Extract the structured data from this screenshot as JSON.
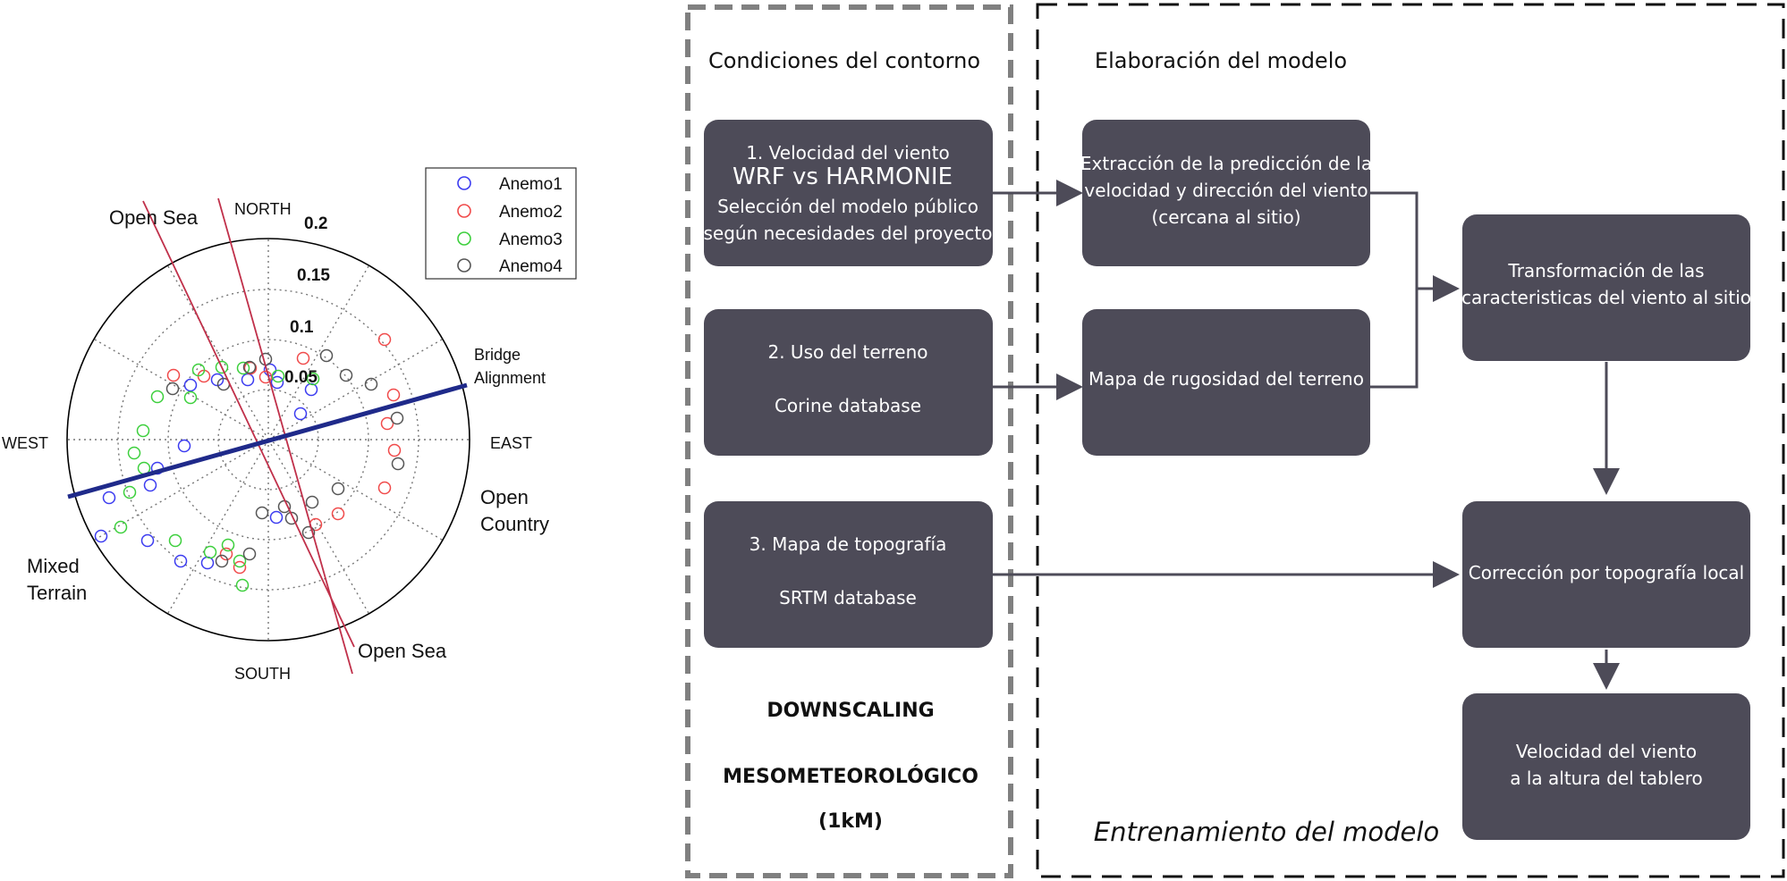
{
  "polar_plot": {
    "directions": {
      "north": "NORTH",
      "south": "SOUTH",
      "east": "EAST",
      "west": "WEST"
    },
    "ring_labels": [
      "0.05",
      "0.1",
      "0.15",
      "0.2"
    ],
    "annotations": {
      "open_sea_top": "Open Sea",
      "open_sea_bottom": "Open Sea",
      "bridge_line1": "Bridge",
      "bridge_line2": "Alignment",
      "open_country_line1": "Open",
      "open_country_line2": "Country",
      "mixed_terrain_line1": "Mixed",
      "mixed_terrain_line2": "Terrain"
    },
    "legend": [
      {
        "name": "Anemo1",
        "color": "#3b3bf0"
      },
      {
        "name": "Anemo2",
        "color": "#f04a4a"
      },
      {
        "name": "Anemo3",
        "color": "#3ccf3c"
      },
      {
        "name": "Anemo4",
        "color": "#555555"
      }
    ],
    "colors": {
      "bridge_line": "#1f2a8a",
      "sea_lines": "#c0304a",
      "grid": "#777777"
    }
  },
  "flowchart": {
    "left_header": "Condiciones del contorno",
    "right_header": "Elaboración del modelo",
    "boxes": {
      "wind_speed": {
        "line1": "1. Velocidad del viento",
        "line2": "WRF vs HARMONIE",
        "line3": "Selección del modelo público",
        "line4": "(según necesidades del proyecto)"
      },
      "land_use": {
        "line1": "2. Uso del terreno",
        "line2": "Corine database"
      },
      "topography": {
        "line1": "3. Mapa de topografía",
        "line2": "SRTM database"
      },
      "extraction": {
        "line1": "Extracción de la predicción de la",
        "line2": "velocidad y dirección del viento",
        "line3": "(cercana al sitio)"
      },
      "roughness": {
        "line1": "Mapa de rugosidad del terreno"
      },
      "transform": {
        "line1": "Transformación de las",
        "line2": "caracteristicas del viento al sitio"
      },
      "correction": {
        "line1": "Corrección por topografía local"
      },
      "deck_speed": {
        "line1": "Velocidad del viento",
        "line2": "a la altura del tablero"
      }
    },
    "footer": {
      "line1": "DOWNSCALING",
      "line2": "MESOMETEOROLÓGICO",
      "line3": "(1kM)"
    },
    "training_label": "Entrenamiento del modelo",
    "colors": {
      "box_fill": "#4d4b58",
      "arrow": "#4d4b58",
      "left_frame": "#808080",
      "right_frame": "#111111"
    }
  }
}
